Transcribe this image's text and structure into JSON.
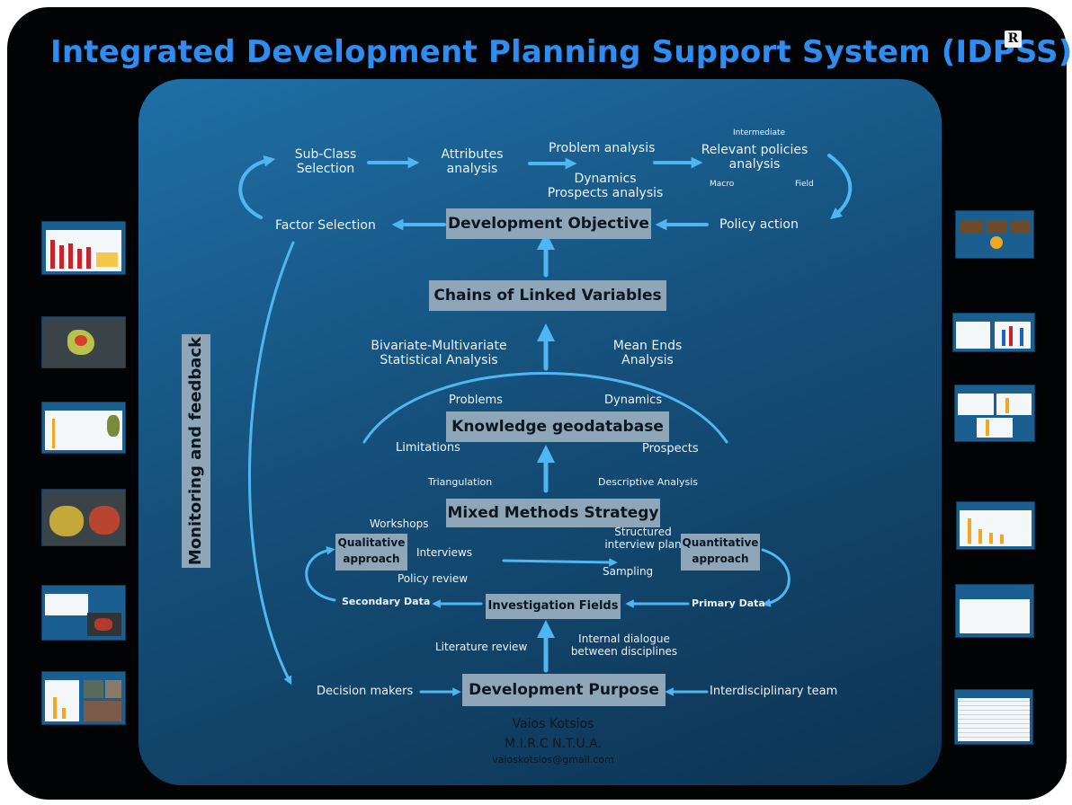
{
  "title": "Integrated Development Planning Support System (IDPSS)",
  "registered_mark": "R",
  "colors": {
    "frame": "#020305",
    "title": "#2f8cf0",
    "panel_top": "#1f6fa7",
    "panel_bottom": "#0d3352",
    "box_fill": "#8fa6b8",
    "arrow": "#4fb6f2",
    "text": "#eaf4ff"
  },
  "top_cycle": {
    "sub_class": [
      "Sub-Class",
      "Selection"
    ],
    "attributes": [
      "Attributes",
      "analysis"
    ],
    "problem_analysis": "Problem analysis",
    "dynamics_prospects": [
      "Dynamics",
      "Prospects analysis"
    ],
    "intermediate": "Intermediate",
    "relevant_policies": [
      "Relevant policies",
      "analysis"
    ],
    "macro": "Macro",
    "field": "Field",
    "policy_action": "Policy action",
    "factor_selection": "Factor Selection"
  },
  "boxes": {
    "development_objective": "Development Objective",
    "chains": "Chains of Linked Variables",
    "knowledge_geodatabase": "Knowledge geodatabase",
    "mixed_methods": "Mixed Methods Strategy",
    "qualitative": [
      "Qualitative",
      "approach"
    ],
    "quantitative": [
      "Quantitative",
      "approach"
    ],
    "investigation_fields": "Investigation Fields",
    "development_purpose": "Development Purpose",
    "monitoring": "Monitoring and feedback"
  },
  "analysis": {
    "bivariate": [
      "Bivariate-Multivariate",
      "Statistical Analysis"
    ],
    "mean_ends": [
      "Mean Ends",
      "Analysis"
    ]
  },
  "knowledge_labels": {
    "problems": "Problems",
    "dynamics": "Dynamics",
    "limitations": "Limitations",
    "prospects": "Prospects"
  },
  "methods": {
    "triangulation": "Triangulation",
    "descriptive": "Descriptive Analysis",
    "workshops": "Workshops",
    "interviews": "Interviews",
    "policy_review": "Policy review",
    "structured": [
      "Structured",
      "interview plan"
    ],
    "sampling": "Sampling",
    "secondary_data": "Secondary Data",
    "primary_data": "Primary Data"
  },
  "purpose": {
    "literature_review": "Literature review",
    "internal_dialogue": [
      "Internal dialogue",
      "between disciplines"
    ],
    "decision_makers": "Decision makers",
    "interdisciplinary_team": "Interdisciplinary team"
  },
  "author": {
    "name": "Vaios Kotsios",
    "affiliation": "M.I.R.C N.T.U.A.",
    "email": "vaioskotsios@gmail.com"
  },
  "thumbnails_icons": [
    "bar-chart-thumbnail",
    "map-thumbnail",
    "bar-chart-thumbnail",
    "map-thumbnail",
    "map-thumbnail",
    "photo-collage-thumbnail",
    "dashboard-thumbnail",
    "line-chart-thumbnail",
    "bar-chart-thumbnail",
    "bar-chart-thumbnail",
    "blank-thumbnail",
    "table-thumbnail"
  ]
}
